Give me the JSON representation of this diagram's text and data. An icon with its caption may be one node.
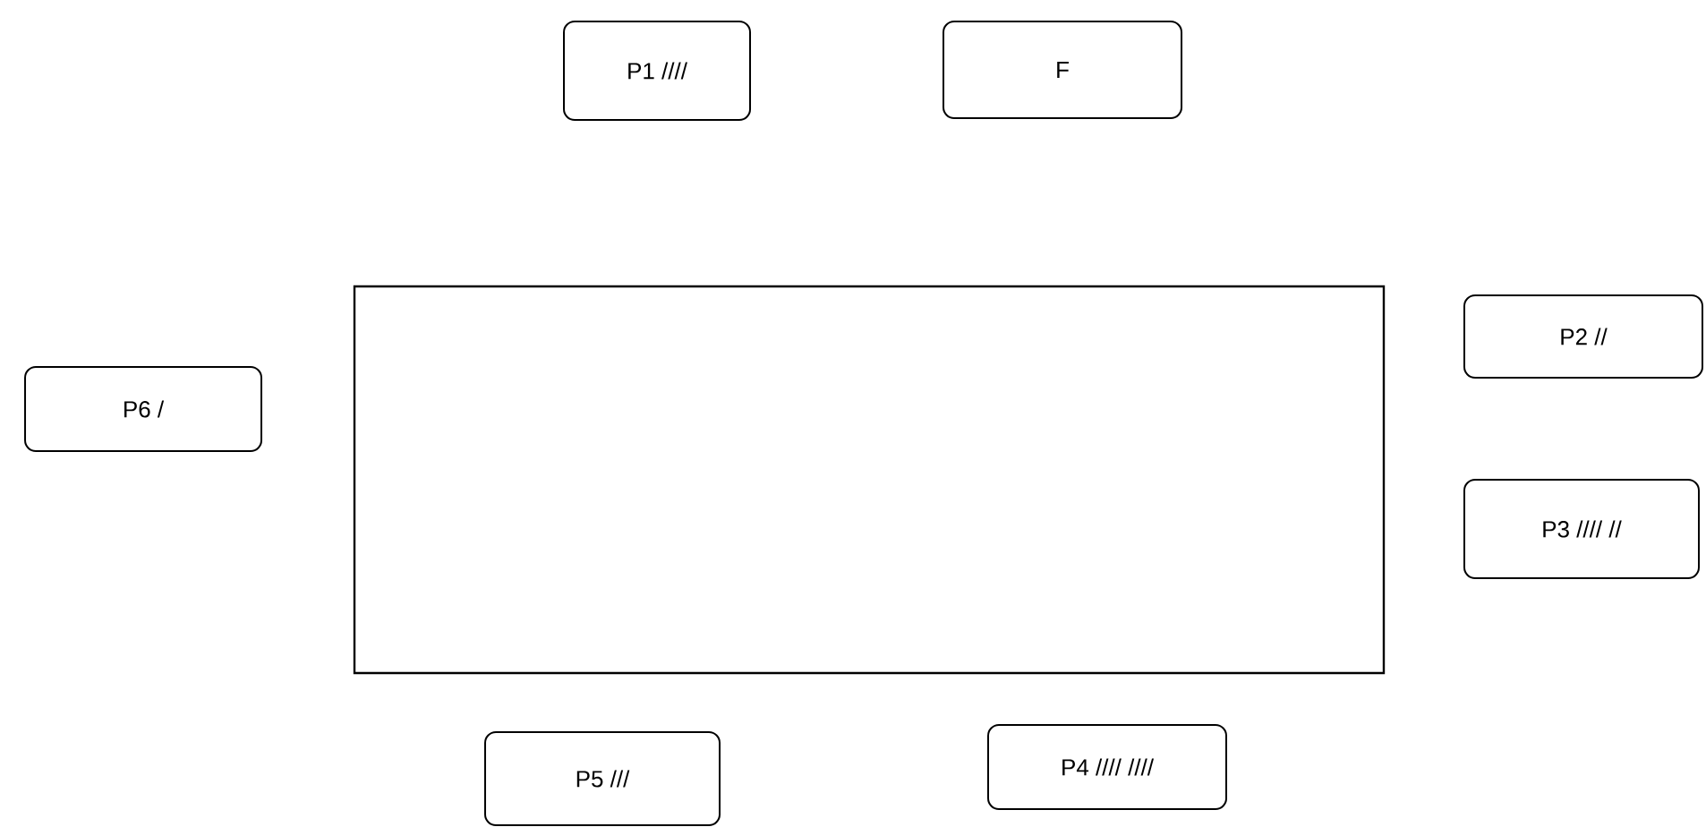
{
  "diagram": {
    "nodes": [
      {
        "text": [
          "P1 ////"
        ]
      },
      {
        "text": [
          "F"
        ]
      },
      {
        "text": [
          "P2 //"
        ]
      },
      {
        "text": [],
        "shape": "box"
      },
      {
        "text": [
          "P6 /"
        ]
      },
      {
        "text": [
          "P3 //// //"
        ]
      },
      {
        "text": [
          "P4 //// ////"
        ]
      },
      {
        "text": [
          "P5 ///"
        ]
      }
    ]
  }
}
